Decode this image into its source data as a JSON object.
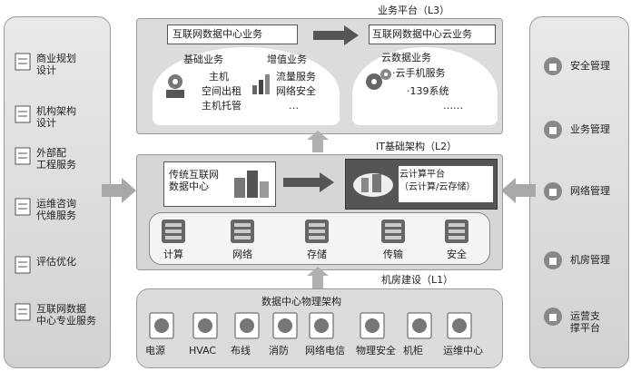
{
  "left_services": [
    {
      "label": "商业规划\n设计",
      "icon": "document-icon"
    },
    {
      "label": "机构架构\n设计",
      "icon": "checklist-icon"
    },
    {
      "label": "外部配\n工程服务",
      "icon": "worker-icon"
    },
    {
      "label": "运维咨询\n代维服务",
      "icon": "wrench-icon"
    },
    {
      "label": "评估优化",
      "icon": "magnifier-icon"
    },
    {
      "label": "互联网数据\n中心专业服务",
      "icon": "bar-icon"
    }
  ],
  "right_mgmt": [
    {
      "label": "安全管理",
      "icon": "lock-icon"
    },
    {
      "label": "业务管理",
      "icon": "folder-icon"
    },
    {
      "label": "网络管理",
      "icon": "network-icon"
    },
    {
      "label": "机房管理",
      "icon": "cabinet-icon"
    },
    {
      "label": "运营支\n撑平台",
      "icon": "bar-icon"
    }
  ],
  "l3": {
    "title": "业务平台（L3）",
    "idc_business": "互联网数据中心业务",
    "cloud_business": "互联网数据中心云业务",
    "basic_label": "基础业务",
    "basic_items": [
      "主机",
      "空间出租",
      "主机托管"
    ],
    "value_label": "增值业务",
    "value_items": [
      "流量服务",
      "网络安全",
      "…"
    ],
    "cloud_label": "云数据业务",
    "cloud_items": [
      "·云手机服务",
      "·139系统",
      "……"
    ]
  },
  "l2": {
    "title": "IT基础架构（L2）",
    "traditional": "传统互联网\n数据中心",
    "cloud": "云计算平台\n（云计算/云存储）",
    "items": [
      {
        "label": "计算",
        "icon": "server-icon"
      },
      {
        "label": "网络",
        "icon": "router-icon"
      },
      {
        "label": "存储",
        "icon": "storage-icon"
      },
      {
        "label": "传输",
        "icon": "transmission-icon"
      },
      {
        "label": "安全",
        "icon": "security-icon"
      }
    ]
  },
  "l1": {
    "title": "机房建设（L1）",
    "subtitle": "数据中心物理架构",
    "items": [
      {
        "label": "电源",
        "icon": "power-icon"
      },
      {
        "label": "HVAC",
        "icon": "hvac-icon"
      },
      {
        "label": "布线",
        "icon": "cabling-icon"
      },
      {
        "label": "消防",
        "icon": "fire-icon"
      },
      {
        "label": "网络电信",
        "icon": "telecom-icon"
      },
      {
        "label": "物理安全",
        "icon": "hand-icon"
      },
      {
        "label": "机柜",
        "icon": "rack-icon"
      },
      {
        "label": "运维中心",
        "icon": "24-7-icon"
      }
    ]
  }
}
